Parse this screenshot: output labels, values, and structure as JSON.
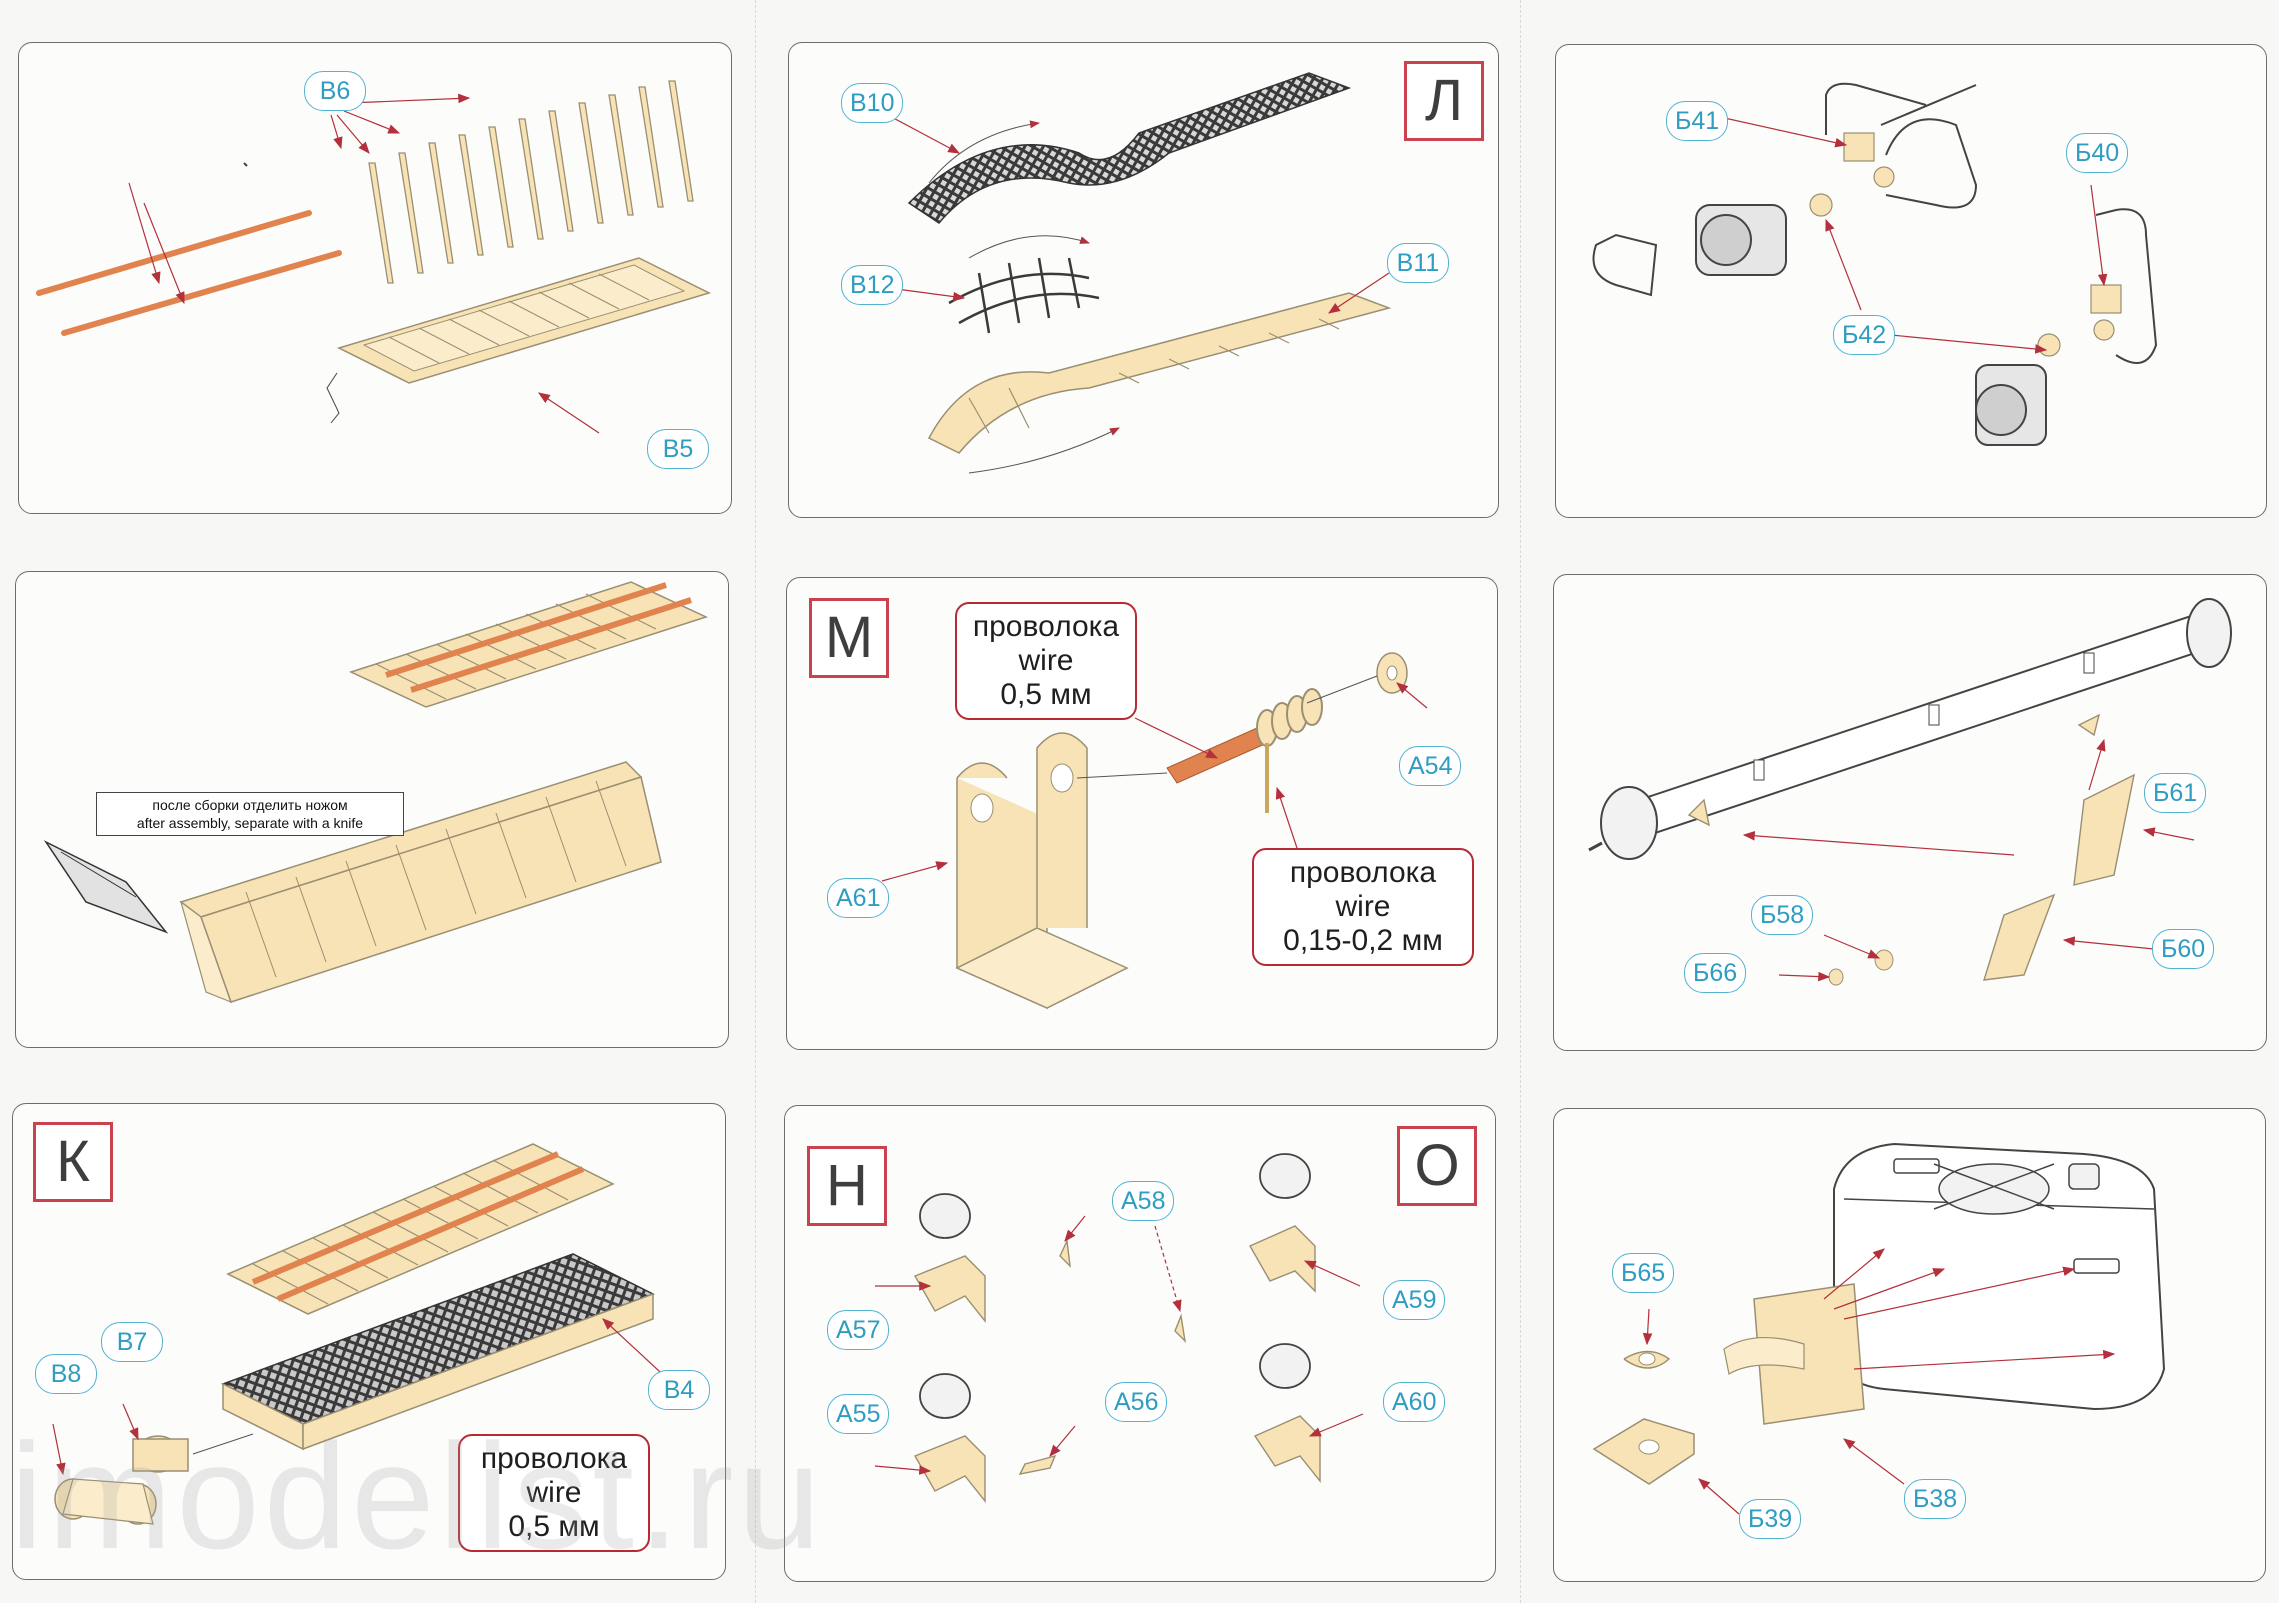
{
  "panels": {
    "p1": {
      "tags": {
        "b6": "В6",
        "b5": "В5"
      }
    },
    "p2": {
      "step": "Л",
      "tags": {
        "b10": "В10",
        "b12": "В12",
        "b11": "В11"
      }
    },
    "p3": {
      "tags": {
        "b41": "Б41",
        "b40": "Б40",
        "b42": "Б42"
      }
    },
    "p4": {
      "note_lines": [
        "после сборки отделить ножом",
        "after assembly, separate with a knife"
      ]
    },
    "p5": {
      "step": "М",
      "tags": {
        "a54": "А54",
        "a61": "А61"
      },
      "note1": [
        "проволока",
        "wire",
        "0,5 мм"
      ],
      "note2": [
        "проволока",
        "wire",
        "0,15-0,2 мм"
      ]
    },
    "p6": {
      "tags": {
        "b61": "Б61",
        "b58": "Б58",
        "b60": "Б60",
        "b66": "Б66"
      }
    },
    "p7": {
      "step": "К",
      "tags": {
        "v8": "В8",
        "v7": "В7",
        "v4": "В4"
      },
      "note": [
        "проволока",
        "wire",
        "0,5 мм"
      ]
    },
    "p8": {
      "step_left": "Н",
      "step_right": "О",
      "tags": {
        "a58": "А58",
        "a57": "А57",
        "a59": "А59",
        "a55": "А55",
        "a56": "А56",
        "a60": "А60"
      }
    },
    "p9": {
      "tags": {
        "b65": "Б65",
        "b39": "Б39",
        "b38": "Б38"
      }
    }
  },
  "watermark": "imodelist.ru",
  "colors": {
    "tag_border": "#53b4d1",
    "tag_text": "#2f9dc1",
    "step_border": "#c9424d",
    "part_fill": "#f7e3b5",
    "part_stroke": "#9a8f72",
    "wire": "#e0834e",
    "arrow": "#b3303c"
  }
}
